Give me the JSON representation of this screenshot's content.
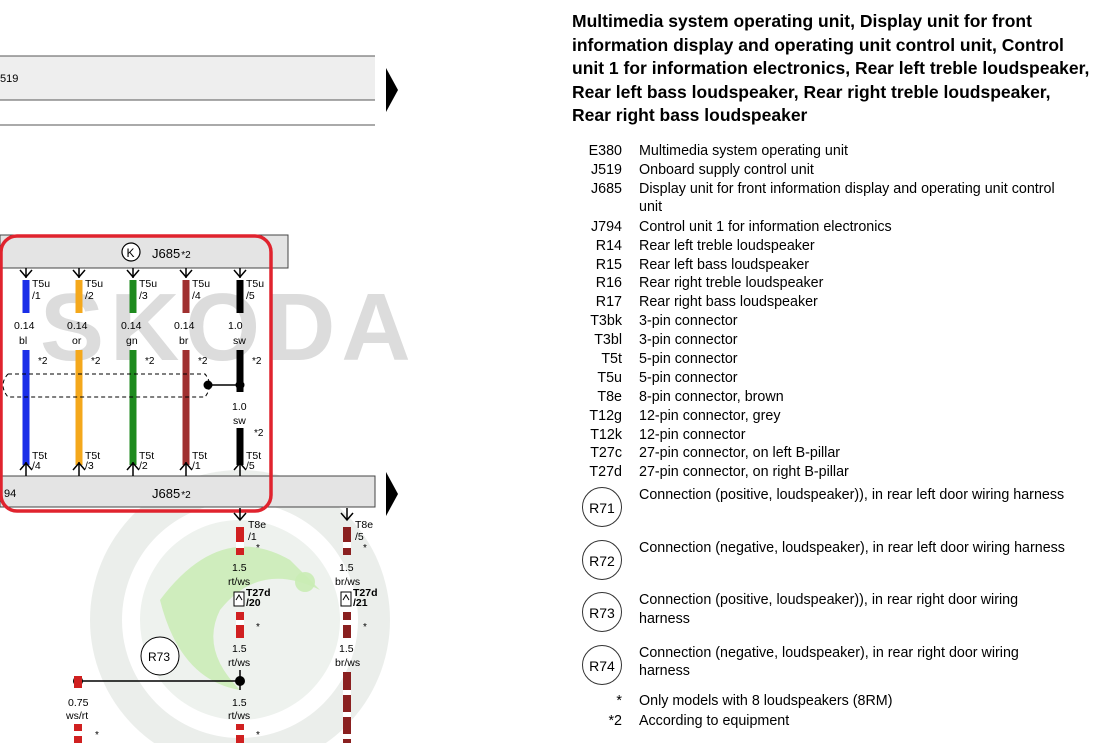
{
  "title": "Multimedia system operating unit, Display unit for front information display and operating unit control unit, Control unit 1 for information electronics, Rear left treble loudspeaker, Rear left bass loudspeaker, Rear right treble loudspeaker, Rear right bass loudspeaker",
  "watermark": "SKODA",
  "diagram": {
    "top_bar_label": "519",
    "j685_top_label": "J685",
    "j685_top_suffix": "*2",
    "j685_bottom_label": "J685",
    "j685_bottom_suffix": "*2",
    "bottom_bar_left_label": "94",
    "k_symbol": "K",
    "highlight_color": "#e0232e",
    "wires": [
      {
        "top_pin": "T5u",
        "top_num": "/1",
        "size": "0.14",
        "color": "bl",
        "note": "*2",
        "bot_pin": "T5t",
        "bot_num": "/4",
        "hex": "#1a2ee8"
      },
      {
        "top_pin": "T5u",
        "top_num": "/2",
        "size": "0.14",
        "color": "or",
        "note": "*2",
        "bot_pin": "T5t",
        "bot_num": "/3",
        "hex": "#f4a81c"
      },
      {
        "top_pin": "T5u",
        "top_num": "/3",
        "size": "0.14",
        "color": "gn",
        "note": "*2",
        "bot_pin": "T5t",
        "bot_num": "/2",
        "hex": "#1e8a1e"
      },
      {
        "top_pin": "T5u",
        "top_num": "/4",
        "size": "0.14",
        "color": "br",
        "note": "*2",
        "bot_pin": "T5t",
        "bot_num": "/1",
        "hex": "#a03030"
      },
      {
        "top_pin": "T5u",
        "top_num": "/5",
        "size": "1.0",
        "color": "sw",
        "note": "*2",
        "bot_pin": "T5t",
        "bot_num": "/5",
        "hex": "#000000"
      }
    ],
    "sw_mid_size": "1.0",
    "sw_mid_color": "sw",
    "sw_mid_note": "*2",
    "lower_left": {
      "pin": "T8e",
      "num": "/1",
      "note": "*",
      "size1": "1.5",
      "color1": "rt/ws",
      "conn": "T27d",
      "conn_num": "/20",
      "note2": "*",
      "size2": "1.5",
      "color2": "rt/ws",
      "size3": "1.5",
      "color3": "rt/ws",
      "note3": "*"
    },
    "lower_right": {
      "pin": "T8e",
      "num": "/5",
      "note": "*",
      "size1": "1.5",
      "color1": "br/ws",
      "conn": "T27d",
      "conn_num": "/21",
      "note2": "*",
      "size2": "1.5",
      "color2": "br/ws"
    },
    "r73_label": "R73",
    "far_left": {
      "size": "0.75",
      "color": "ws/rt",
      "note": "*"
    }
  },
  "legend": [
    {
      "code": "E380",
      "desc": "Multimedia system operating unit"
    },
    {
      "code": "J519",
      "desc": "Onboard supply control unit"
    },
    {
      "code": "J685",
      "desc": "Display unit for front information display and operating unit control unit"
    },
    {
      "code": "J794",
      "desc": "Control unit 1 for information electronics"
    },
    {
      "code": "R14",
      "desc": "Rear left treble loudspeaker"
    },
    {
      "code": "R15",
      "desc": "Rear left bass loudspeaker"
    },
    {
      "code": "R16",
      "desc": "Rear right treble loudspeaker"
    },
    {
      "code": "R17",
      "desc": "Rear right bass loudspeaker"
    },
    {
      "code": "T3bk",
      "desc": "3-pin connector"
    },
    {
      "code": "T3bl",
      "desc": "3-pin connector"
    },
    {
      "code": "T5t",
      "desc": "5-pin connector"
    },
    {
      "code": "T5u",
      "desc": "5-pin connector"
    },
    {
      "code": "T8e",
      "desc": "8-pin connector, brown"
    },
    {
      "code": "T12g",
      "desc": "12-pin connector, grey"
    },
    {
      "code": "T12k",
      "desc": "12-pin connector"
    },
    {
      "code": "T27c",
      "desc": "27-pin connector, on left B-pillar"
    },
    {
      "code": "T27d",
      "desc": "27-pin connector, on right B-pillar"
    }
  ],
  "connections": [
    {
      "code": "R71",
      "desc": "Connection (positive, loudspeaker)), in rear left door wiring harness"
    },
    {
      "code": "R72",
      "desc": "Connection (negative, loudspeaker), in rear left door wiring harness"
    },
    {
      "code": "R73",
      "desc": "Connection (positive, loudspeaker)), in rear right door wiring harness"
    },
    {
      "code": "R74",
      "desc": "Connection (negative, loudspeaker), in rear right door wiring harness"
    }
  ],
  "footnotes": [
    {
      "code": "*",
      "desc": "Only models with 8 loudspeakers (8RM)"
    },
    {
      "code": "*2",
      "desc": "According to equipment"
    }
  ]
}
